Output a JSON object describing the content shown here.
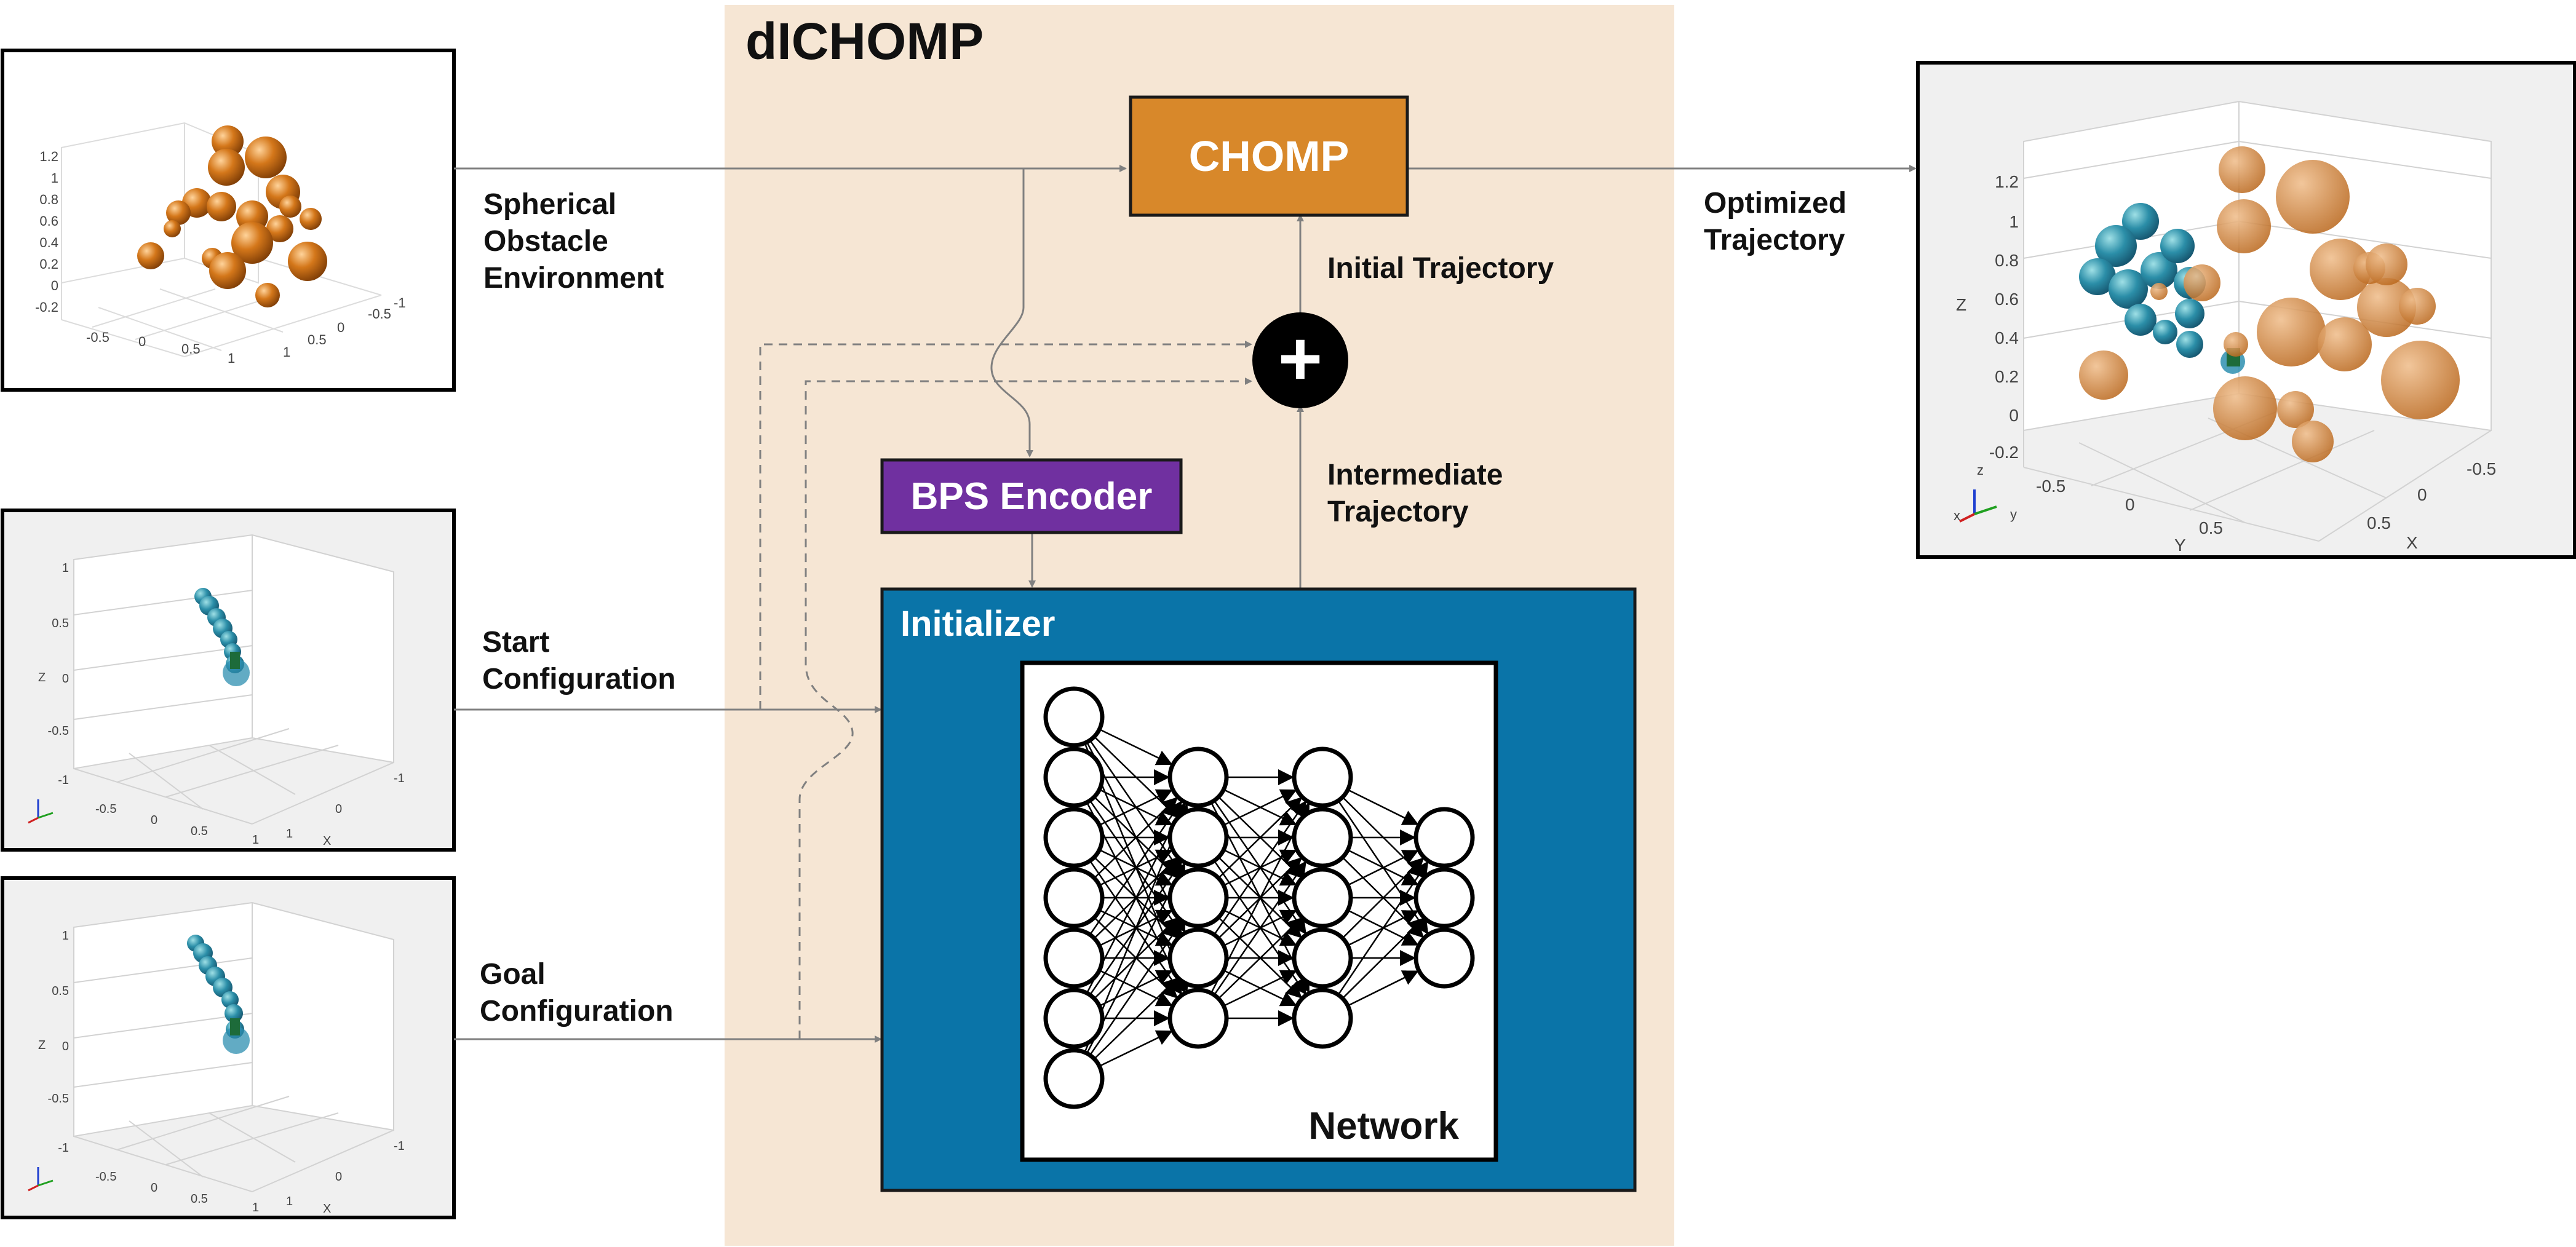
{
  "title": "dICHOMP",
  "chomp_label": "CHOMP",
  "bps_label": "BPS Encoder",
  "initializer_label": "Initializer",
  "network_label": "Network",
  "plus_symbol": "+",
  "labels": {
    "env": [
      "Spherical",
      "Obstacle",
      "Environment"
    ],
    "start": [
      "Start",
      "Configuration"
    ],
    "goal": [
      "Goal",
      "Configuration"
    ],
    "initial": [
      "Initial Trajectory"
    ],
    "intermediate": [
      "Intermediate",
      "Trajectory"
    ],
    "optimized": [
      "Optimized",
      "Trajectory"
    ]
  },
  "plots": {
    "env_z_ticks": [
      "1.2",
      "1",
      "0.8",
      "0.6",
      "0.4",
      "0.2",
      "0",
      "-0.2"
    ],
    "env_x_ticks": [
      "-0.5",
      "0",
      "0.5",
      "1"
    ],
    "env_y_ticks": [
      "-1",
      "-0.5",
      "0",
      "0.5",
      "1"
    ],
    "arm_z_ticks": [
      "1",
      "0.5",
      "0",
      "-0.5",
      "-1"
    ],
    "arm_x_ticks": [
      "-0.5",
      "0",
      "0.5",
      "1"
    ],
    "arm_y_ticks": [
      "-1",
      "0",
      "1"
    ],
    "arm_axis_x": "X",
    "arm_axis_z": "Z",
    "opt_z_ticks": [
      "1.2",
      "1",
      "0.8",
      "0.6",
      "0.4",
      "0.2",
      "0",
      "-0.2"
    ],
    "opt_y_ticks": [
      "-0.5",
      "0",
      "0.5"
    ],
    "opt_x_ticks": [
      "-0.5",
      "0",
      "0.5"
    ],
    "opt_axis_x": "X",
    "opt_axis_y": "Y",
    "opt_axis_z": "Z",
    "triad_x": "x",
    "triad_y": "y",
    "triad_z": "z"
  },
  "colors": {
    "panel": "#f6e6d4",
    "chomp": "#d8882a",
    "bps": "#7030a0",
    "initializer": "#0a74a8",
    "obstacle": "#d07414",
    "robot": "#2a8ea6"
  },
  "network_layers": [
    7,
    5,
    5,
    3
  ]
}
